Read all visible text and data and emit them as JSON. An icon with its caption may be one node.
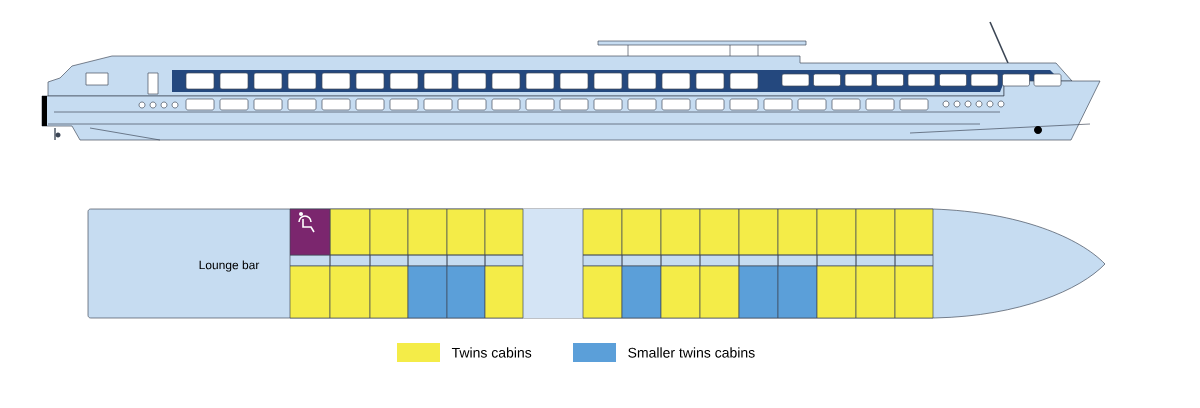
{
  "diagram": {
    "labels": [
      "Lounge bar"
    ],
    "legend": [
      {
        "text": "Twins cabins",
        "color": "#f4ec48"
      },
      {
        "text": "Smaller twins cabins",
        "color": "#5b9fd9"
      }
    ]
  }
}
